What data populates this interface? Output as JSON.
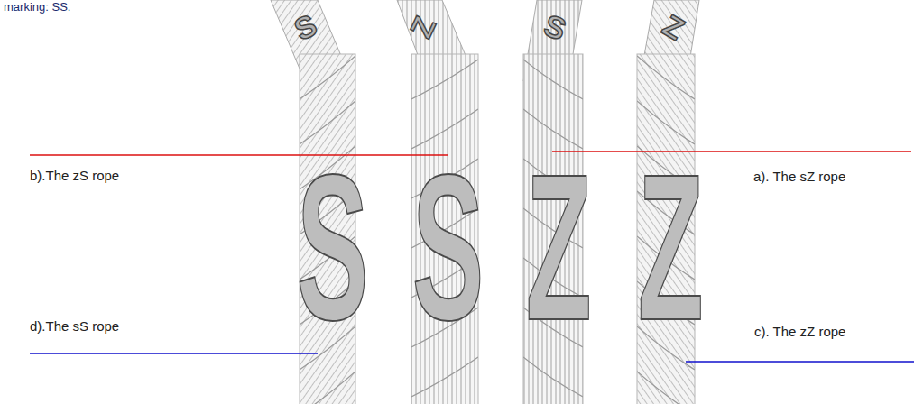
{
  "diagram": {
    "labels": [
      "marking: SS.",
      "S",
      "Z",
      "S",
      "Z",
      "b).The zS rope",
      "a). The sZ rope",
      "S",
      "S",
      "Z",
      "Z",
      "d).The sS rope",
      "c). The zZ rope"
    ]
  }
}
